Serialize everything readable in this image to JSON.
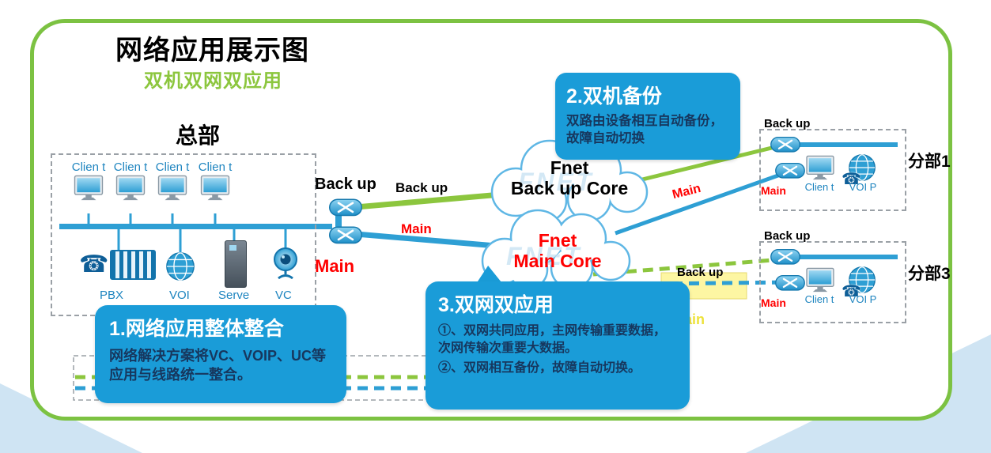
{
  "title": "网络应用展示图",
  "subtitle": "双机双网双应用",
  "hq": {
    "label": "总部",
    "client_label": "Clien t",
    "pbx_label": "PBX",
    "voip_label": "VOI",
    "server_label": "Serve",
    "vc_label": "VC"
  },
  "core": {
    "backup_router_label": "Back up",
    "main_router_label": "Main",
    "backup_link_label": "Back up",
    "main_link_label": "Main"
  },
  "clouds": {
    "backup": {
      "name": "Fnet",
      "role": "Back up Core",
      "watermark": "FNET"
    },
    "main": {
      "name": "Fnet",
      "role": "Main Core",
      "watermark": "FNET"
    }
  },
  "branch_links": {
    "branch1_main_label": "Main",
    "branch3_backup_label": "Back up",
    "branch3_main_label": "Main"
  },
  "branches": [
    {
      "name": "分部1",
      "backup_label": "Back up",
      "main_label": "Main",
      "client_label": "Clien t",
      "voip_label": "VOI P"
    },
    {
      "name": "分部3",
      "backup_label": "Back up",
      "main_label": "Main",
      "client_label": "Clien t",
      "voip_label": "VOI P"
    }
  ],
  "callouts": [
    {
      "title": "1.网络应用整体整合",
      "body": "网络解决方案将VC、VOIP、UC等应用与线路统一整合。"
    },
    {
      "title": "2.双机备份",
      "body": "双路由设备相互自动备份，故障自动切换"
    },
    {
      "title": "3.双网双应用",
      "body_line1": "①、双网共同应用，主网传输重要数据，次网传输次重要大数据。",
      "body_line2": "②、双网相互备份，故障自动切换。"
    }
  ]
}
